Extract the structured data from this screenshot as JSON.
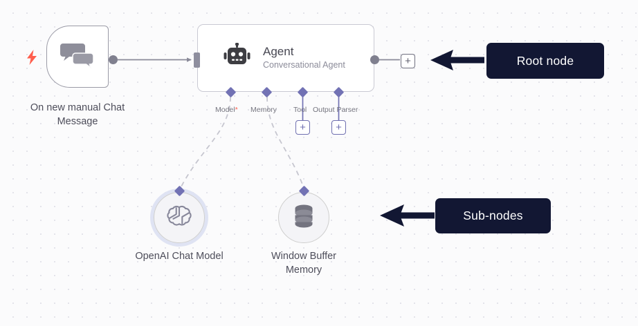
{
  "canvas": {
    "background_color": "#fbfbfc",
    "dot_color": "#e3e3ea"
  },
  "nodes": {
    "trigger": {
      "caption": "On new manual Chat Message",
      "icon": "chat-bubbles-icon",
      "badge_icon": "lightning-bolt-icon",
      "badge_color": "#ff5e4d"
    },
    "agent": {
      "title": "Agent",
      "subtitle": "Conversational Agent",
      "icon": "robot-icon",
      "ports": [
        {
          "label": "Model",
          "required": true,
          "required_marker": "*",
          "has_plus": false
        },
        {
          "label": "Memory",
          "required": false,
          "required_marker": "",
          "has_plus": false
        },
        {
          "label": "Tool",
          "required": false,
          "required_marker": "",
          "has_plus": true
        },
        {
          "label": "Output Parser",
          "required": false,
          "required_marker": "",
          "has_plus": true
        }
      ]
    },
    "subnodes": [
      {
        "caption": "OpenAI Chat Model",
        "icon": "openai-logo-icon",
        "highlighted": true,
        "halo_color": "#dfe3f3"
      },
      {
        "caption": "Window Buffer Memory",
        "icon": "database-icon",
        "highlighted": false,
        "halo_color": ""
      }
    ]
  },
  "buttons": {
    "add_root": "+",
    "add_tool": "+",
    "add_output_parser": "+"
  },
  "annotations": [
    {
      "text": "Root node",
      "background": "#121733",
      "text_color": "#ffffff"
    },
    {
      "text": "Sub-nodes",
      "background": "#121733",
      "text_color": "#ffffff"
    }
  ],
  "connector_color": "#7272b4",
  "edge_color": "#8a8a99"
}
